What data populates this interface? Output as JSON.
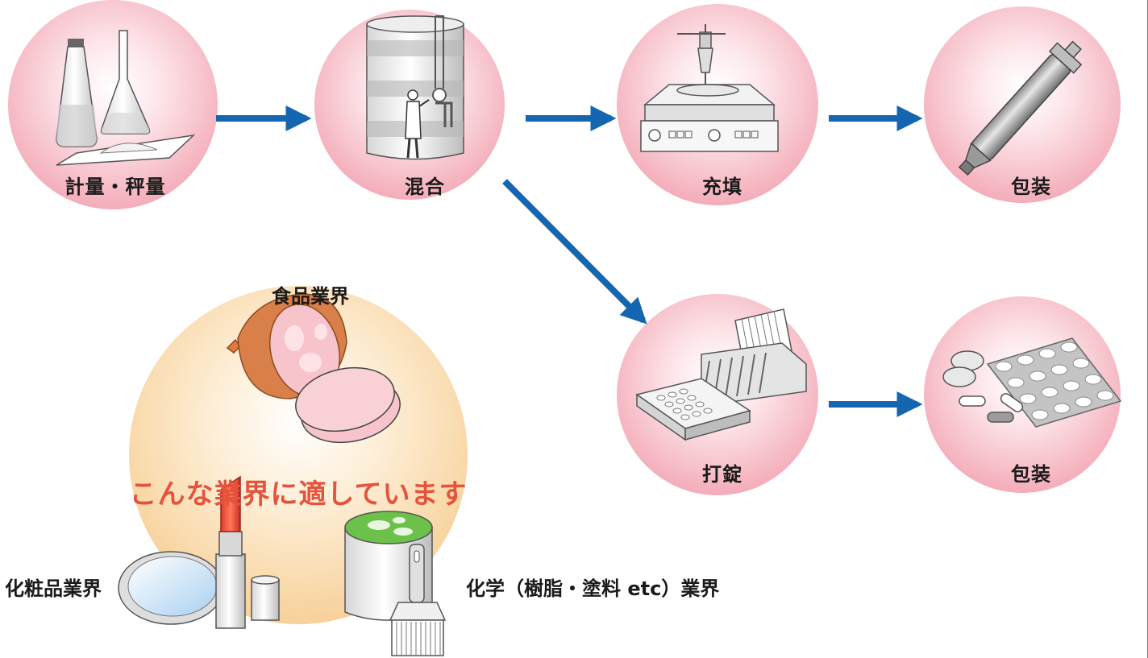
{
  "process": {
    "steps": {
      "weighing": "計量・秤量",
      "mixing": "混合",
      "filling": "充填",
      "packaging_top": "包装",
      "tableting": "打錠",
      "packaging_bottom": "包装"
    }
  },
  "industries": {
    "headline": "こんな業界に適しています",
    "food": "食品業界",
    "cosmetics": "化粧品業界",
    "chemical": "化学（樹脂・塗料 etc）業界"
  },
  "colors": {
    "arrow": "#1466b0",
    "process_circle": "#f5b5c0",
    "industry_circle": "#f9d6a6",
    "headline": "#e4543c"
  }
}
